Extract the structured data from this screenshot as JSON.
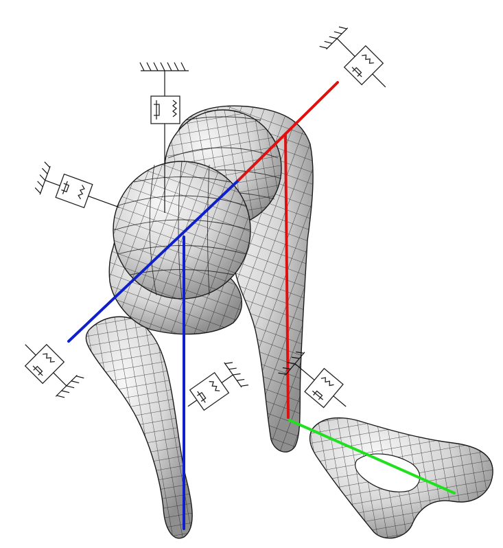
{
  "diagram": {
    "subject": "musculoskeletal-mesh-with-spring-dampers",
    "colors": {
      "background": "#ffffff",
      "bone_light": "#f4f4f4",
      "bone_dark": "#8f8f8f",
      "mesh_line": "#1a1a1a",
      "axis_blue": "#1020c8",
      "axis_red": "#e01010",
      "axis_green": "#20e020",
      "mechanism": "#222222"
    },
    "bones": [
      {
        "id": "bone-ball-left",
        "shape": "sphere"
      },
      {
        "id": "bone-ball-right",
        "shape": "sphere"
      },
      {
        "id": "bone-shaft-left",
        "shape": "long-bone"
      },
      {
        "id": "bone-shaft-right",
        "shape": "long-bone"
      },
      {
        "id": "bone-ring",
        "shape": "ring"
      }
    ],
    "axes": [
      {
        "id": "blue-diagonal",
        "color": "blue"
      },
      {
        "id": "blue-vertical",
        "color": "blue"
      },
      {
        "id": "red-diagonal",
        "color": "red"
      },
      {
        "id": "red-vertical",
        "color": "red"
      },
      {
        "id": "green-diagonal",
        "color": "green"
      }
    ],
    "spring_dampers": [
      {
        "id": "top-center",
        "ground": "top"
      },
      {
        "id": "top-right",
        "ground": "top-right"
      },
      {
        "id": "left-upper",
        "ground": "left"
      },
      {
        "id": "left-lower",
        "ground": "left"
      },
      {
        "id": "center-lower",
        "ground": "right"
      },
      {
        "id": "right-middle",
        "ground": "top-right"
      }
    ]
  }
}
